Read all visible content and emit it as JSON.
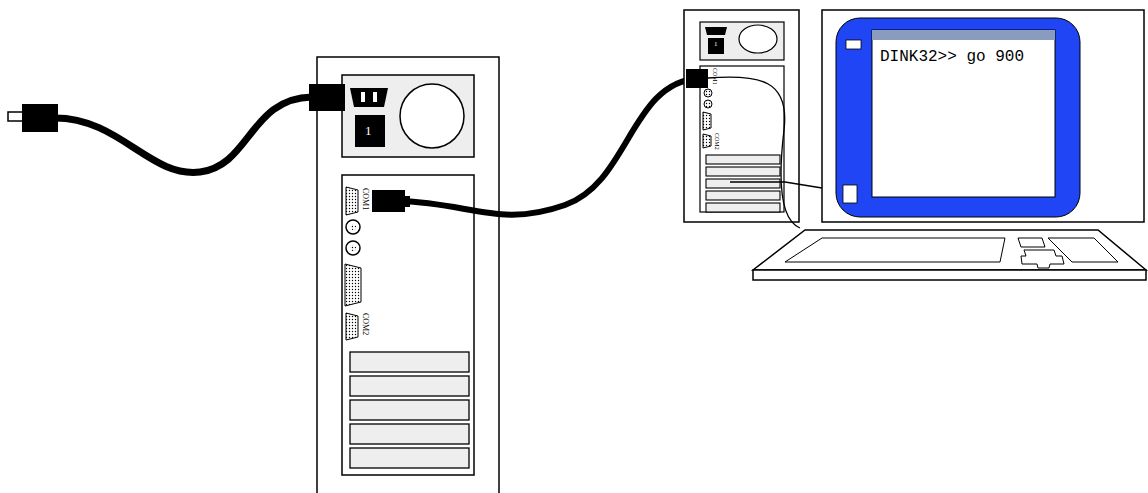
{
  "diagram": {
    "nodes": [
      {
        "text": [
          "DINK32>> go 900"
        ]
      }
    ],
    "labels": [
      "1",
      "COM1",
      "COM2",
      "1",
      "COM1",
      "COM2"
    ]
  }
}
